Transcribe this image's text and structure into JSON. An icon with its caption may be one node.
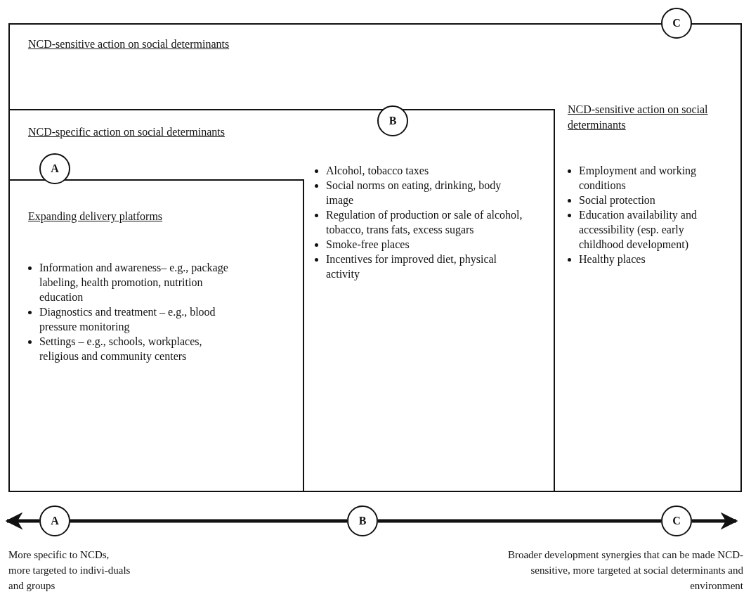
{
  "diagram": {
    "nodes": [
      {
        "text": [
          "NCD-sensitive action on social determinants",
          "NCD-sensitive action on social determinants",
          "Employment and working conditions",
          "Social protection",
          "Education availability and accessibility (esp. early childhood development)",
          "Healthy places"
        ]
      },
      {
        "text": [
          "C"
        ]
      },
      {
        "text": [
          "NCD-specific action on social determinants",
          "Alcohol, tobacco taxes",
          "Social norms on eating, drinking, body image",
          "Regulation of production or sale of alcohol, tobacco, trans fats, excess sugars",
          "Smoke-free places",
          "Incentives for improved diet, physical activity"
        ],
        "in": 0
      },
      {
        "text": [
          "B"
        ],
        "in": 0
      },
      {
        "text": [
          "Expanding delivery platforms",
          "Information and awareness– e.g., package labeling, health promotion, nutrition education",
          "Diagnostics and treatment – e.g., blood pressure monitoring",
          "Settings – e.g., schools, workplaces, religious and community centers"
        ],
        "in": 2
      },
      {
        "text": [
          "A"
        ],
        "in": 2
      },
      {
        "text": [
          "A"
        ]
      },
      {
        "text": [
          "B"
        ]
      },
      {
        "text": [
          "C"
        ]
      }
    ],
    "edges": [
      {
        "from": 6,
        "to": null,
        "arrow": "to"
      },
      {
        "from": 6,
        "to": 7,
        "arrow": "none"
      },
      {
        "from": 7,
        "to": 8,
        "arrow": "none"
      },
      {
        "from": 8,
        "to": null,
        "arrow": "to"
      }
    ],
    "labels": [
      "More specific to NCDs, more targeted to indivi-duals and groups",
      "Broader development synergies that can be made NCD-sensitive, more targeted at social determinants and environment"
    ]
  }
}
